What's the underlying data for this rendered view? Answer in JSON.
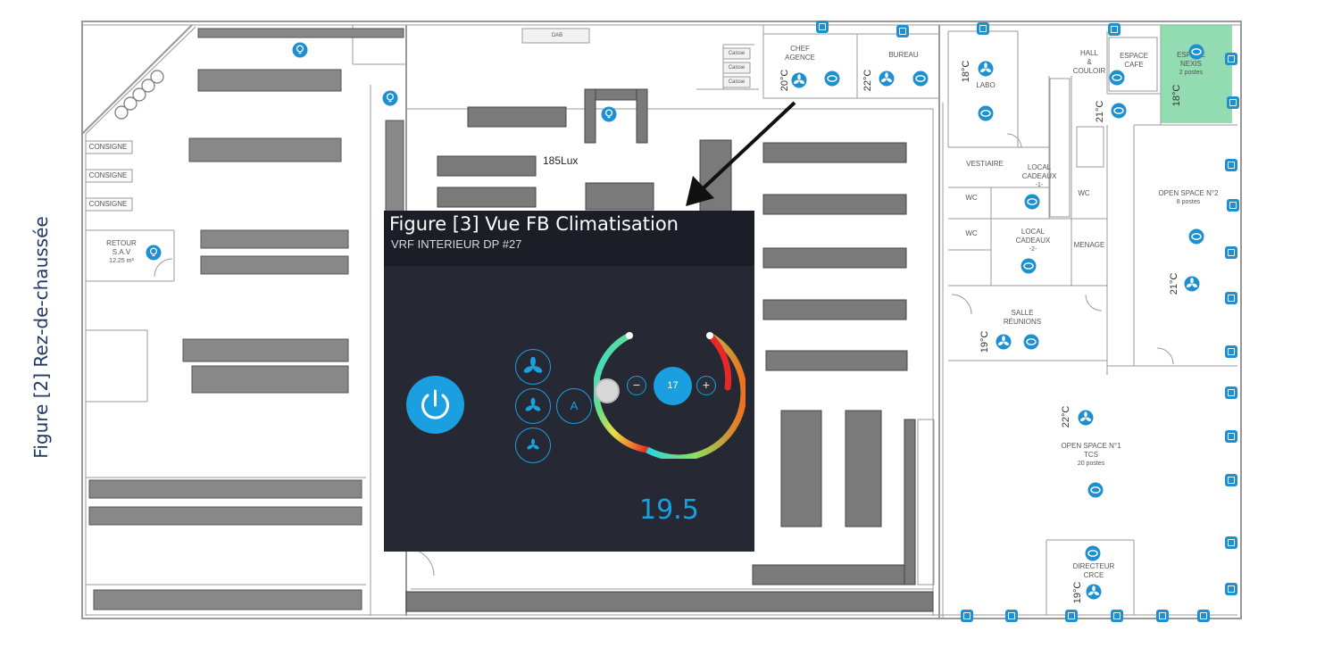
{
  "figure_left": {
    "title": "Figure [2] Rez-de-chaussée"
  },
  "rooms": [
    {
      "id": "chef-agence",
      "lines": [
        "CHEF",
        "AGENCE"
      ]
    },
    {
      "id": "bureau",
      "lines": [
        "BUREAU"
      ]
    },
    {
      "id": "labo",
      "lines": [
        "LABO"
      ]
    },
    {
      "id": "hall",
      "lines": [
        "HALL",
        "&",
        "COULOIR"
      ]
    },
    {
      "id": "espace-cafe",
      "lines": [
        "ESPACE",
        "CAFE"
      ]
    },
    {
      "id": "espace-nexis",
      "lines": [
        "ESPACE",
        "NEXIS"
      ],
      "note": "2 postes"
    },
    {
      "id": "vestiaire",
      "lines": [
        "VESTIAIRE"
      ]
    },
    {
      "id": "local-cadeaux-1",
      "lines": [
        "LOCAL",
        "CADEAUX"
      ],
      "note": "-1-"
    },
    {
      "id": "local-cadeaux-2",
      "lines": [
        "LOCAL",
        "CADEAUX"
      ],
      "note": "-2-"
    },
    {
      "id": "wc-1",
      "lines": [
        "WC"
      ]
    },
    {
      "id": "wc-2",
      "lines": [
        "WC"
      ]
    },
    {
      "id": "wc-3",
      "lines": [
        "WC"
      ]
    },
    {
      "id": "menage",
      "lines": [
        "MENAGE"
      ]
    },
    {
      "id": "open-space-2",
      "lines": [
        "OPEN SPACE N°2"
      ],
      "note": "8 postes"
    },
    {
      "id": "salle-reunions",
      "lines": [
        "SALLE",
        "RÉUNIONS"
      ]
    },
    {
      "id": "open-space-1",
      "lines": [
        "OPEN SPACE N°1",
        "TCS"
      ],
      "note": "20 postes"
    },
    {
      "id": "directeur",
      "lines": [
        "DIRECTEUR",
        "CRCE"
      ]
    },
    {
      "id": "retour-sav",
      "lines": [
        "RETOUR",
        "S.A.V"
      ],
      "note": "12.25 m²"
    },
    {
      "id": "consigne-1",
      "lines": [
        "CONSIGNE"
      ]
    },
    {
      "id": "consigne-2",
      "lines": [
        "CONSIGNE"
      ]
    },
    {
      "id": "consigne-3",
      "lines": [
        "CONSIGNE"
      ]
    },
    {
      "id": "caisse-1",
      "lines": [
        "Caisse"
      ]
    },
    {
      "id": "caisse-2",
      "lines": [
        "Caisse"
      ]
    },
    {
      "id": "caisse-3",
      "lines": [
        "Caisse"
      ]
    },
    {
      "id": "dab",
      "lines": [
        "DAB"
      ]
    }
  ],
  "temperatures": [
    {
      "id": "chef-agence",
      "value": "20°C"
    },
    {
      "id": "bureau",
      "value": "22°C"
    },
    {
      "id": "labo",
      "value": "18°C"
    },
    {
      "id": "espace-nexis",
      "value": "18°C"
    },
    {
      "id": "hall",
      "value": "21°C"
    },
    {
      "id": "open-space-2",
      "value": "21°C"
    },
    {
      "id": "salle-reunions",
      "value": "19°C"
    },
    {
      "id": "open-space-1",
      "value": "22°C"
    },
    {
      "id": "directeur",
      "value": "19°C"
    }
  ],
  "lux_reading": "185Lux",
  "panel": {
    "title": "Figure [3] Vue FB Climatisation",
    "subtitle": "VRF INTERIEUR DP #27",
    "setpoint": "17",
    "current_temperature": "19.5",
    "auto_label": "A",
    "minus_label": "−",
    "plus_label": "+",
    "accent": "#1aa0e0",
    "background": "#262934"
  }
}
